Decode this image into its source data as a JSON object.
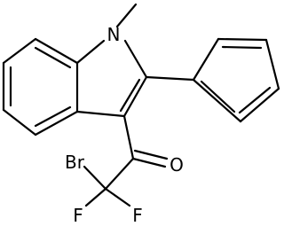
{
  "atoms": {
    "nitrogen": "N",
    "bromine": "Br",
    "oxygen": "O",
    "fluorine_1": "F",
    "fluorine_2": "F"
  },
  "colors": {
    "bond": "#000000",
    "background": "#ffffff"
  }
}
